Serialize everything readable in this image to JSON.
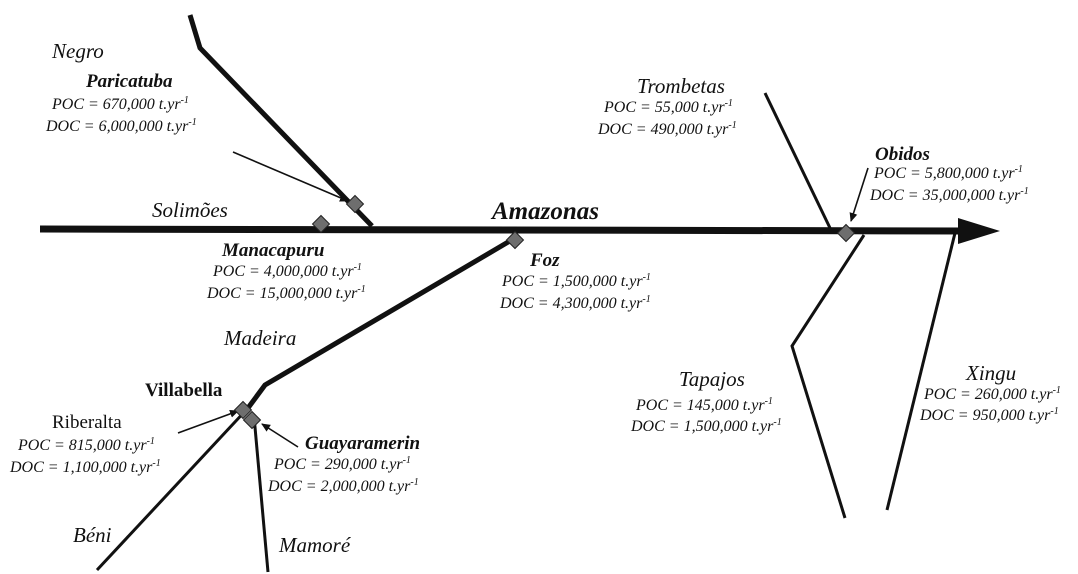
{
  "rivers": {
    "negro": "Negro",
    "solimoes": "Solimões",
    "amazonas": "Amazonas",
    "madeira": "Madeira",
    "trombetas": "Trombetas",
    "tapajos": "Tapajos",
    "xingu": "Xingu",
    "beni": "Béni",
    "mamore": "Mamoré"
  },
  "stations": {
    "paricatuba": {
      "name": "Paricatuba",
      "poc": "POC = 670,000 t.yr",
      "doc": "DOC = 6,000,000 t.yr"
    },
    "manacapuru": {
      "name": "Manacapuru",
      "poc": "POC = 4,000,000 t.yr",
      "doc": "DOC = 15,000,000 t.yr"
    },
    "foz": {
      "name": "Foz",
      "poc": "POC = 1,500,000 t.yr",
      "doc": "DOC = 4,300,000 t.yr"
    },
    "obidos": {
      "name": "Obidos",
      "poc": "POC = 5,800,000 t.yr",
      "doc": "DOC = 35,000,000 t.yr"
    },
    "trombetas": {
      "poc": "POC = 55,000 t.yr",
      "doc": "DOC = 490,000 t.yr"
    },
    "tapajos": {
      "poc": "POC = 145,000 t.yr",
      "doc": "DOC = 1,500,000 t.yr"
    },
    "xingu": {
      "poc": "POC = 260,000 t.yr",
      "doc": "DOC = 950,000 t.yr"
    },
    "villabella": {
      "name": "Villabella"
    },
    "riberalta": {
      "name": "Riberalta",
      "poc": "POC = 815,000 t.yr",
      "doc": "DOC = 1,100,000 t.yr"
    },
    "guayaramerin": {
      "name": "Guayaramerin",
      "poc": "POC = 290,000 t.yr",
      "doc": "DOC = 2,000,000 t.yr"
    }
  },
  "unit_exponent": "-1",
  "colors": {
    "line": "#111111",
    "marker": "#6e6e6e"
  }
}
